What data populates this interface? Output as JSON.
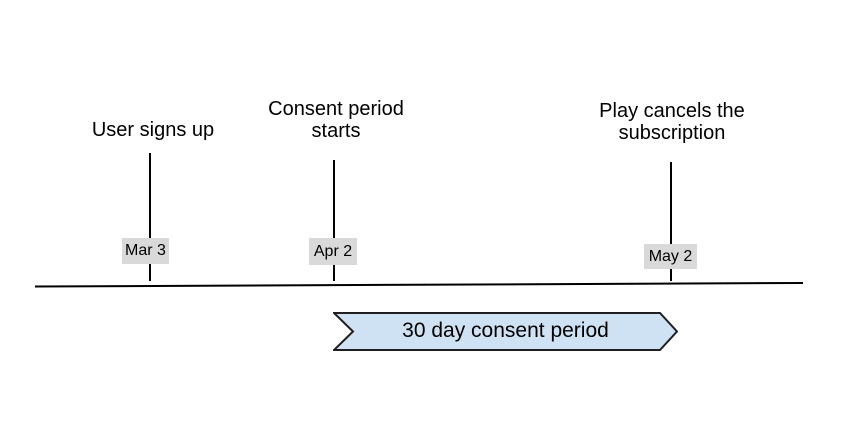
{
  "diagram": {
    "events": [
      {
        "label": "User signs up",
        "date": "Mar 3"
      },
      {
        "label": "Consent period starts",
        "date": "Apr 2"
      },
      {
        "label": "Play cancels the subscription",
        "date": "May 2"
      }
    ],
    "banner": {
      "label": "30 day consent period"
    },
    "colors": {
      "banner_fill": "#cfe2f3",
      "banner_stroke": "#1f1f1f",
      "date_chip_bg": "#d9d9d9",
      "line": "#000000",
      "text": "#000000",
      "background": "#ffffff"
    }
  }
}
